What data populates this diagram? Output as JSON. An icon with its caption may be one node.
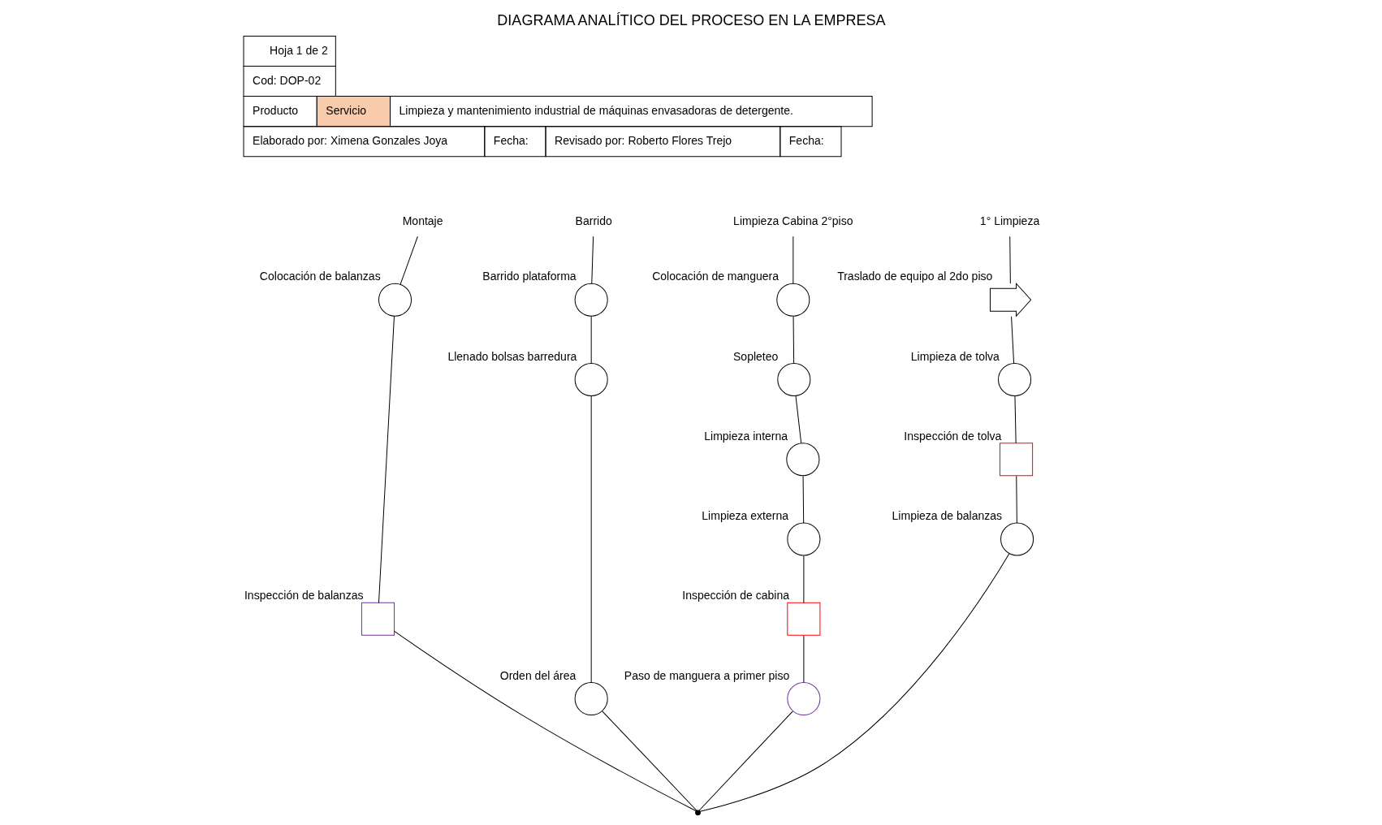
{
  "diagram": {
    "title": "DIAGRAMA ANALÍTICO DEL PROCESO EN LA EMPRESA",
    "nodes": [
      {
        "text": [
          "Montaje"
        ]
      },
      {
        "text": [],
        "shape": "circle",
        "beside": [
          "Colocación de balanzas"
        ]
      },
      {
        "text": [],
        "shape": "box",
        "beside": [
          "Inspección de balanzas"
        ]
      },
      {
        "text": [
          "Barrido"
        ]
      },
      {
        "text": [],
        "shape": "circle",
        "beside": [
          "Barrido plataforma"
        ]
      },
      {
        "text": [],
        "shape": "circle",
        "beside": [
          "Llenado bolsas barredura"
        ]
      },
      {
        "text": [],
        "shape": "circle",
        "beside": [
          "Orden del área"
        ]
      },
      {
        "text": [
          "Limpieza Cabina 2°piso"
        ]
      },
      {
        "text": [],
        "shape": "circle",
        "beside": [
          "Colocación de manguera"
        ]
      },
      {
        "text": [],
        "shape": "circle",
        "beside": [
          "Sopleteo"
        ]
      },
      {
        "text": [],
        "shape": "circle",
        "beside": [
          "Limpieza interna"
        ]
      },
      {
        "text": [],
        "shape": "circle",
        "beside": [
          "Limpieza externa"
        ]
      },
      {
        "text": [],
        "shape": "box",
        "beside": [
          "Inspección de cabina"
        ]
      },
      {
        "text": [],
        "shape": "circle",
        "beside": [
          "Paso de manguera a primer piso"
        ]
      },
      {
        "text": [
          "1° Limpieza"
        ]
      },
      {
        "text": [],
        "shape": "arrow",
        "beside": [
          "Traslado de equipo al 2do piso"
        ]
      },
      {
        "text": [],
        "shape": "circle",
        "beside": [
          "Limpieza de tolva"
        ]
      },
      {
        "text": [],
        "shape": "box",
        "beside": [
          "Inspección de tolva"
        ]
      },
      {
        "text": [],
        "shape": "circle",
        "beside": [
          "Limpieza de balanzas"
        ]
      },
      {
        "text": [],
        "shape": "point"
      }
    ],
    "edges": [
      {
        "from": 0,
        "to": 1,
        "arrow": "none"
      },
      {
        "from": 1,
        "to": 2,
        "arrow": "none"
      },
      {
        "from": 3,
        "to": 4,
        "arrow": "none"
      },
      {
        "from": 4,
        "to": 5,
        "arrow": "none"
      },
      {
        "from": 5,
        "to": 6,
        "arrow": "none"
      },
      {
        "from": 7,
        "to": 8,
        "arrow": "none"
      },
      {
        "from": 8,
        "to": 9,
        "arrow": "none"
      },
      {
        "from": 9,
        "to": 10,
        "arrow": "none"
      },
      {
        "from": 10,
        "to": 11,
        "arrow": "none"
      },
      {
        "from": 11,
        "to": 12,
        "arrow": "none"
      },
      {
        "from": 12,
        "to": 13,
        "arrow": "none"
      },
      {
        "from": 14,
        "to": 15,
        "arrow": "none"
      },
      {
        "from": 15,
        "to": 16,
        "arrow": "none"
      },
      {
        "from": 16,
        "to": 17,
        "arrow": "none"
      },
      {
        "from": 17,
        "to": 18,
        "arrow": "none"
      },
      {
        "from": 2,
        "to": 19,
        "arrow": "none"
      },
      {
        "from": 6,
        "to": 19,
        "arrow": "none"
      },
      {
        "from": 13,
        "to": 19,
        "arrow": "none"
      },
      {
        "from": 18,
        "to": 19,
        "arrow": "none"
      }
    ],
    "labels": [
      "Hoja 1 de 2",
      "Cod: DOP-02",
      "Producto",
      "Servicio",
      "Limpieza y mantenimiento industrial de máquinas envasadoras de detergente.",
      "Elaborado por: Ximena Gonzales Joya",
      "Fecha:",
      "Revisado por: Roberto Flores Trejo",
      "Fecha:"
    ]
  }
}
